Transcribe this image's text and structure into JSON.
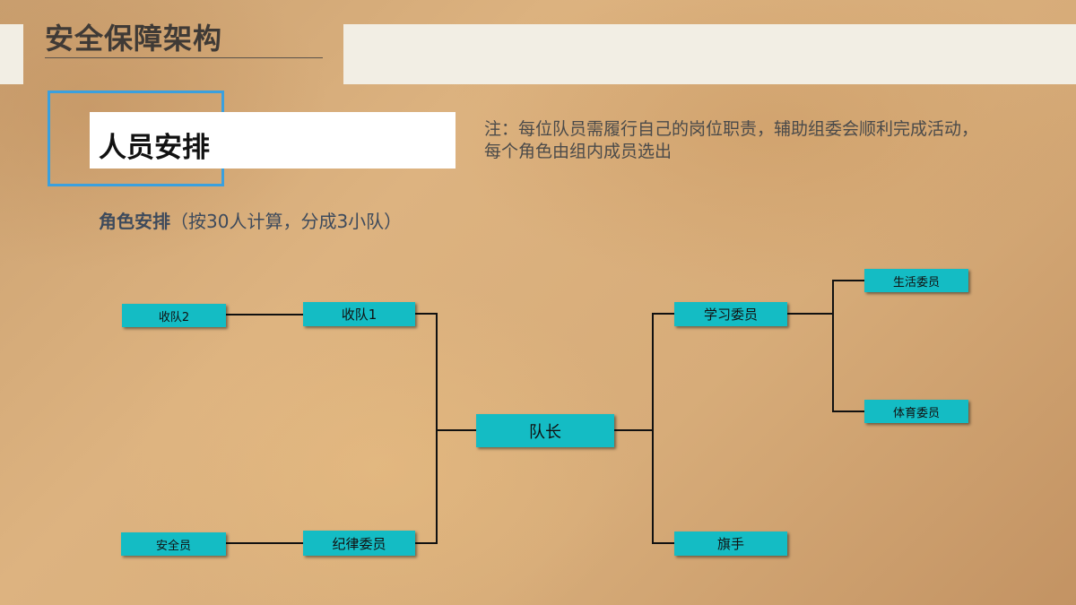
{
  "slide": {
    "title": "安全保障架构",
    "section_label": "人员安排",
    "note": "注：每位队员需履行自己的岗位职责，辅助组委会顺利完成活动，每个角色由组内成员选出",
    "subtitle_bold": "角色安排",
    "subtitle_rest": "（按30人计算，分成3小队）"
  },
  "diagram": {
    "colors": {
      "node_fill": "#14bcc4",
      "line": "#111111",
      "frame": "#3aa0de"
    },
    "nodes": {
      "shouDui2": "收队2",
      "shouDui1": "收队1",
      "anQuanYuan": "安全员",
      "jiLvWeiYuan": "纪律委员",
      "duiZhang": "队长",
      "xueXiWeiYuan": "学习委员",
      "qiShou": "旗手",
      "shengHuoWeiYuan": "生活委员",
      "tiYuWeiYuan": "体育委员"
    }
  }
}
